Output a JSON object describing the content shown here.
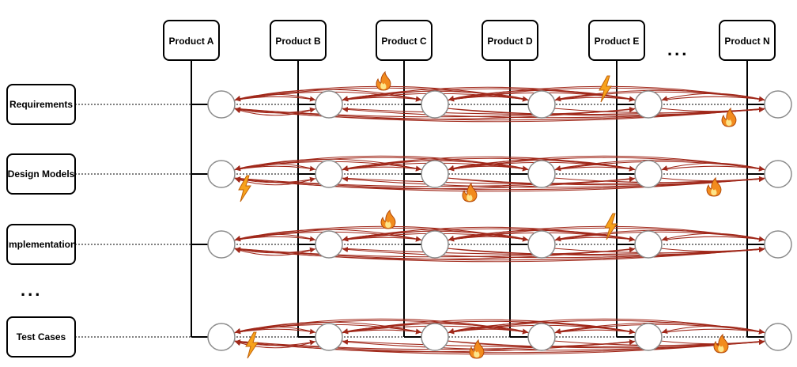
{
  "products": [
    "Product A",
    "Product B",
    "Product C",
    "Product D",
    "Product E",
    "Product N"
  ],
  "products_ellipsis": "...",
  "artifacts": [
    "Requirements",
    "Design Models",
    "Implementation",
    "Test Cases"
  ],
  "artifacts_ellipsis": "...",
  "colors": {
    "arrow": "#a0281a",
    "node_fill": "#f2f2f2",
    "node_stroke": "#8c8c8c",
    "line": "#000000",
    "fire": "#f28b1e",
    "lightning": "#f7a21b"
  },
  "icons": [
    "fire-icon",
    "lightning-icon"
  ]
}
